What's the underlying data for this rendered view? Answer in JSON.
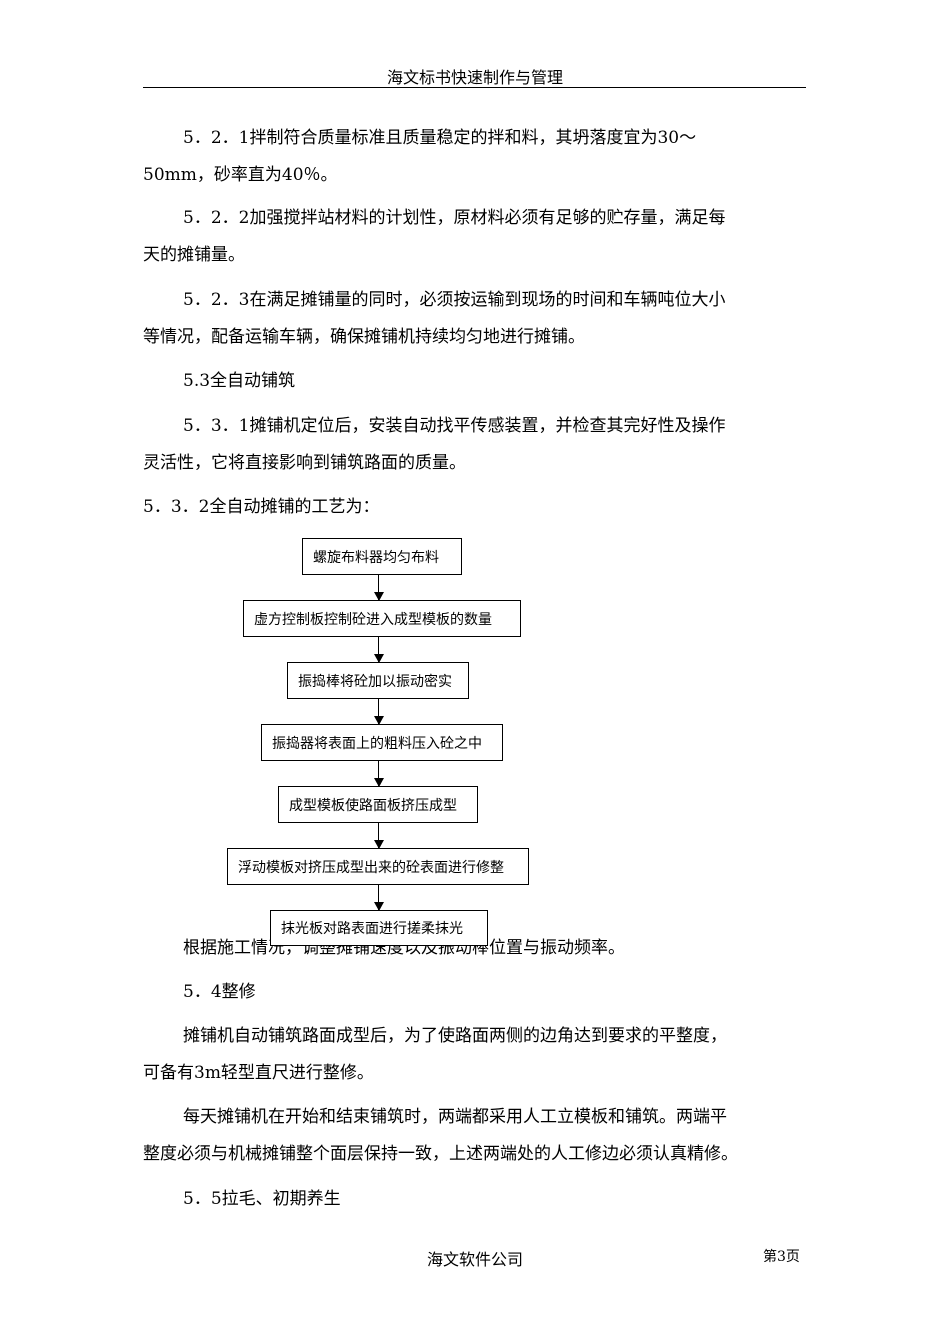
{
  "header": {
    "title": "海文标书快速制作与管理"
  },
  "paragraphs": {
    "p1_line1": "5．2．1拌制符合质量标准且质量稳定的拌和料，其坍落度宜为30～",
    "p1_line2": "50mm，砂率直为40％。",
    "p2_line1": "5．2．2加强搅拌站材料的计划性，原材料必须有足够的贮存量，满足每",
    "p2_line2": "天的摊铺量。",
    "p3_line1": "5．2．3在满足摊铺量的同时，必须按运输到现场的时间和车辆吨位大小",
    "p3_line2": "等情况，配备运输车辆，确保摊铺机持续均匀地进行摊铺。",
    "h53": "5.3全自动铺筑",
    "p4_line1": "5．3．1摊铺机定位后，安装自动找平传感装置，并检查其完好性及操作",
    "p4_line2": "灵活性，它将直接影响到铺筑路面的质量。",
    "p5": "5．3．2全自动摊铺的工艺为：",
    "p6": "根据施工情况，调整摊铺速度以及振动棒位置与振动频率。",
    "h54": "5．4整修",
    "p7_line1": "摊铺机自动铺筑路面成型后，为了使路面两侧的边角达到要求的平整度，",
    "p7_line2": "可备有3m轻型直尺进行整修。",
    "p8_line1": "每天摊铺机在开始和结束铺筑时，两端都采用人工立模板和铺筑。两端平",
    "p8_line2": "整度必须与机械摊铺整个面层保持一致，上述两端处的人工修边必须认真精修。",
    "h55": "5．5拉毛、初期养生"
  },
  "flowchart": {
    "step1": "螺旋布料器均匀布料",
    "step2": "虚方控制板控制砼进入成型模板的数量",
    "step3": "振捣棒将砼加以振动密实",
    "step4": "振捣器将表面上的粗料压入砼之中",
    "step5": "成型模板使路面板挤压成型",
    "step6": "浮动模板对挤压成型出来的砼表面进行修整",
    "step7": "抹光板对路表面进行搓柔抹光"
  },
  "footer": {
    "company": "海文软件公司",
    "page": "第3页"
  }
}
